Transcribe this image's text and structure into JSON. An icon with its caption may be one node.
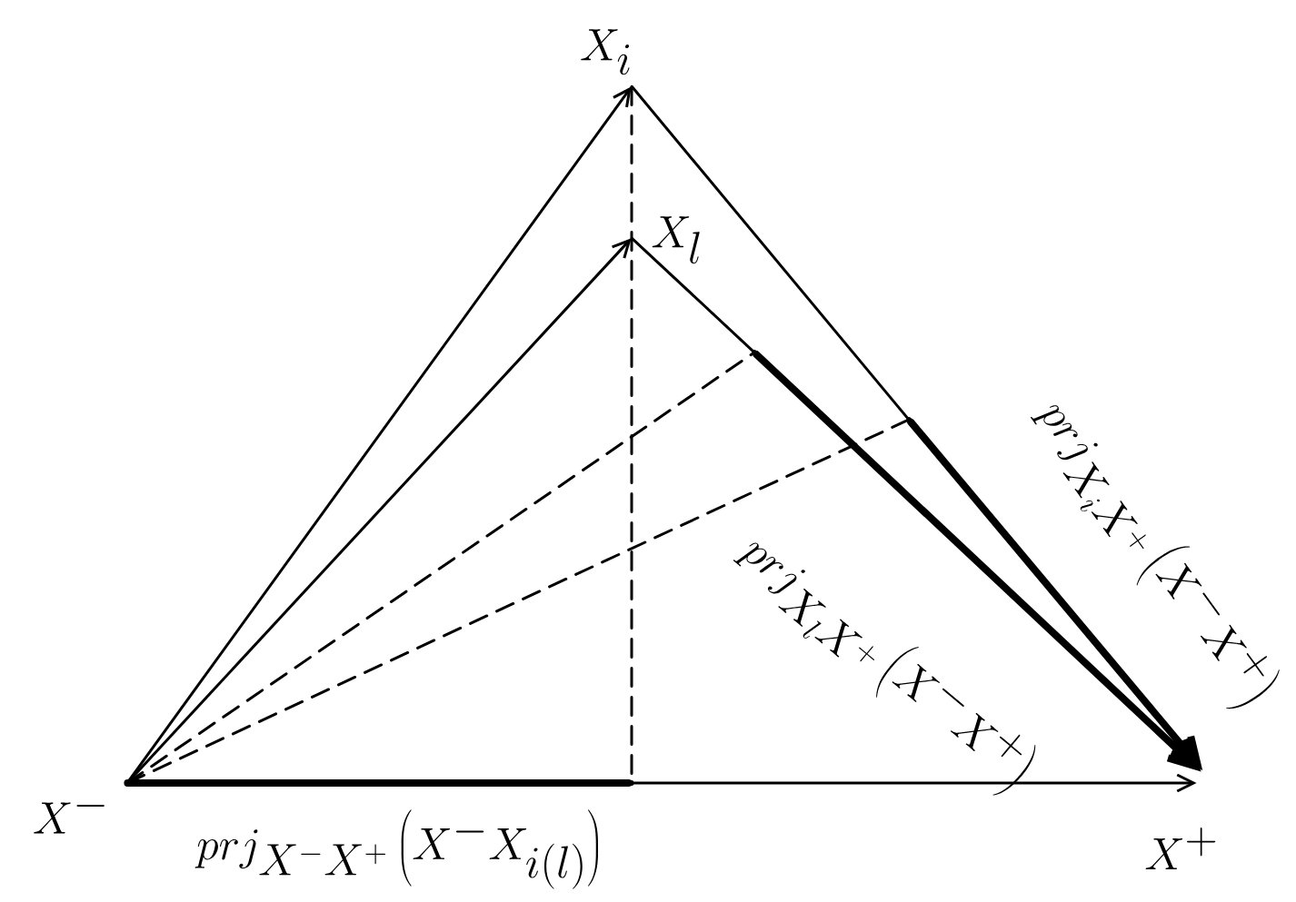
{
  "diagram": {
    "nodes": [
      {
        "text": [
          "X_i"
        ]
      },
      {
        "text": [
          "X_l"
        ]
      },
      {
        "text": [
          "X^-"
        ]
      },
      {
        "text": [
          "X^+"
        ]
      },
      {
        "text": [],
        "shape": "dot"
      },
      {
        "text": [],
        "shape": "dot"
      },
      {
        "text": [],
        "shape": "dot"
      }
    ],
    "edges": [
      {
        "from": 2,
        "to": 0,
        "arrow": "to"
      },
      {
        "from": 2,
        "to": 1,
        "arrow": "to"
      },
      {
        "from": 2,
        "to": 4,
        "arrow": "none",
        "style": "thick"
      },
      {
        "from": 4,
        "to": 3,
        "arrow": "to"
      },
      {
        "from": 0,
        "to": 6,
        "arrow": "none"
      },
      {
        "from": 6,
        "to": 3,
        "arrow": "to",
        "style": "thick"
      },
      {
        "from": 1,
        "to": 5,
        "arrow": "none"
      },
      {
        "from": 5,
        "to": 3,
        "arrow": "to",
        "style": "thick"
      },
      {
        "from": 0,
        "to": 4,
        "arrow": "none",
        "style": "dashed"
      },
      {
        "from": 2,
        "to": 5,
        "arrow": "none",
        "style": "dashed"
      },
      {
        "from": 2,
        "to": 6,
        "arrow": "none",
        "style": "dashed"
      }
    ],
    "labels": [
      "prj_{X^-X^+}\\left(X^-X_{i(l)}\\right)",
      "prj_{X_lX^+}\\left(X^-X^+\\right)",
      "prj_{X_iX^+}\\left(X^-X^+\\right)"
    ]
  }
}
